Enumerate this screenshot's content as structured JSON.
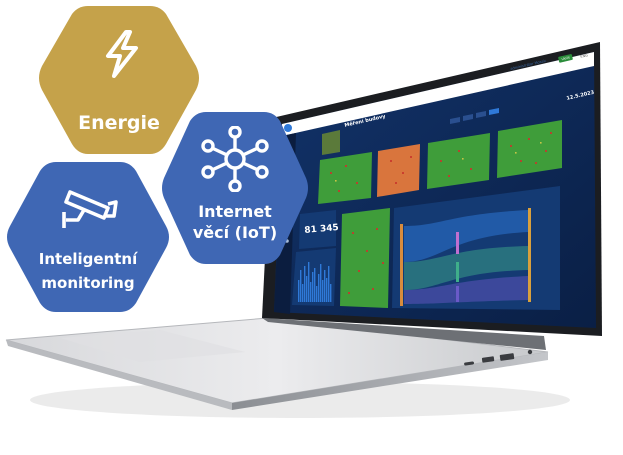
{
  "badges": {
    "energy": {
      "label": "Energie",
      "icon": "lightning-icon",
      "color": "#c5a24a"
    },
    "iot": {
      "label_line1": "Internet",
      "label_line2": "věcí (IoT)",
      "icon": "network-hub-icon",
      "color": "#3f67b4"
    },
    "monitoring": {
      "label_line1": "Inteligentní",
      "label_line2": "monitoring",
      "icon": "security-camera-icon",
      "color": "#3f67b4"
    }
  },
  "dashboard": {
    "app_name": "Měření budovy",
    "user": "administrátor Mosaic",
    "action_button": "Uložit",
    "language": "ENG",
    "date": "12.5.2023",
    "kpi_value": "81 345",
    "background_color": "#0e2a5a",
    "panel_color": "#143a73",
    "heatmap_green": "#3f9d3a",
    "heatmap_orange": "#d9753d",
    "heatmap_red": "#c9362c",
    "chart_blue": "#2f79d8"
  }
}
